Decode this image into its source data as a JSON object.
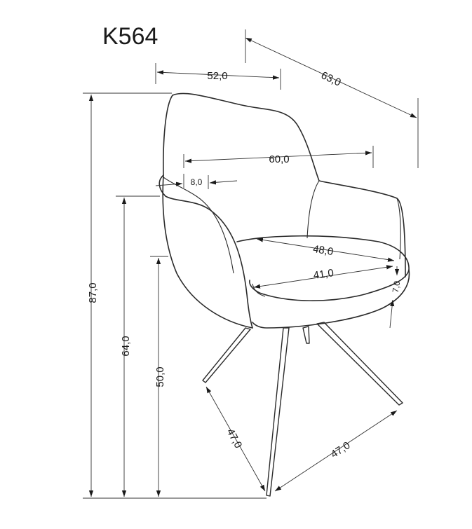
{
  "model": "K564",
  "dimensions": {
    "overall_depth": "63,0",
    "overall_width": "52,0",
    "overall_height": "87,0",
    "armrest_height": "64,0",
    "seat_height": "50,0",
    "backrest_width": "60,0",
    "armrest_width": "8,0",
    "seat_depth": "48,0",
    "seat_width": "41,0",
    "seat_thickness": "7,0",
    "leg_span_left": "47,0",
    "leg_span_right": "47,0"
  },
  "colors": {
    "line": "#2b2b2b",
    "text": "#1a1a1a",
    "background": "#ffffff"
  }
}
